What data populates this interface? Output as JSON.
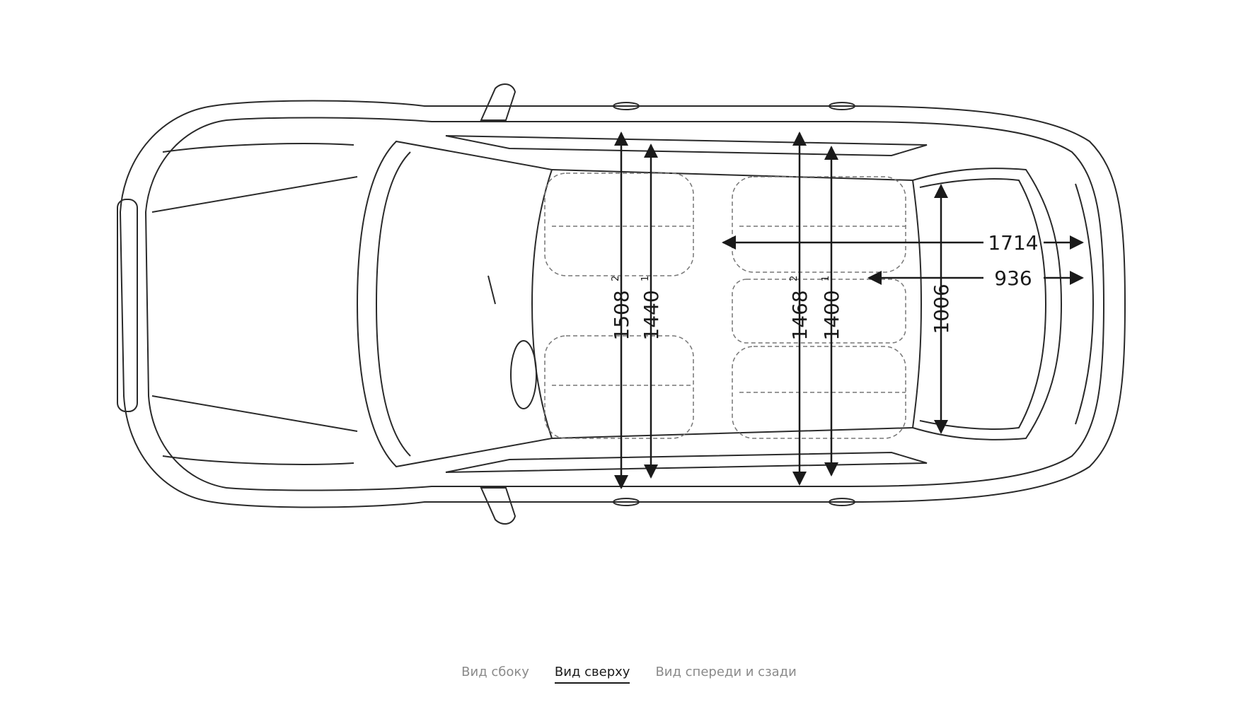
{
  "dimensions": {
    "front_shoulder": {
      "value": "1508",
      "note": "2"
    },
    "front_elbow": {
      "value": "1440",
      "note": "1"
    },
    "rear_shoulder": {
      "value": "1468",
      "note": "2"
    },
    "rear_elbow": {
      "value": "1400",
      "note": "1"
    },
    "trunk_width": {
      "value": "1006"
    },
    "load_length_max": {
      "value": "1714"
    },
    "load_length": {
      "value": "936"
    }
  },
  "tabs": [
    {
      "label": "Вид сбоку",
      "active": false
    },
    {
      "label": "Вид сверху",
      "active": true
    },
    {
      "label": "Вид спереди и сзади",
      "active": false
    }
  ]
}
